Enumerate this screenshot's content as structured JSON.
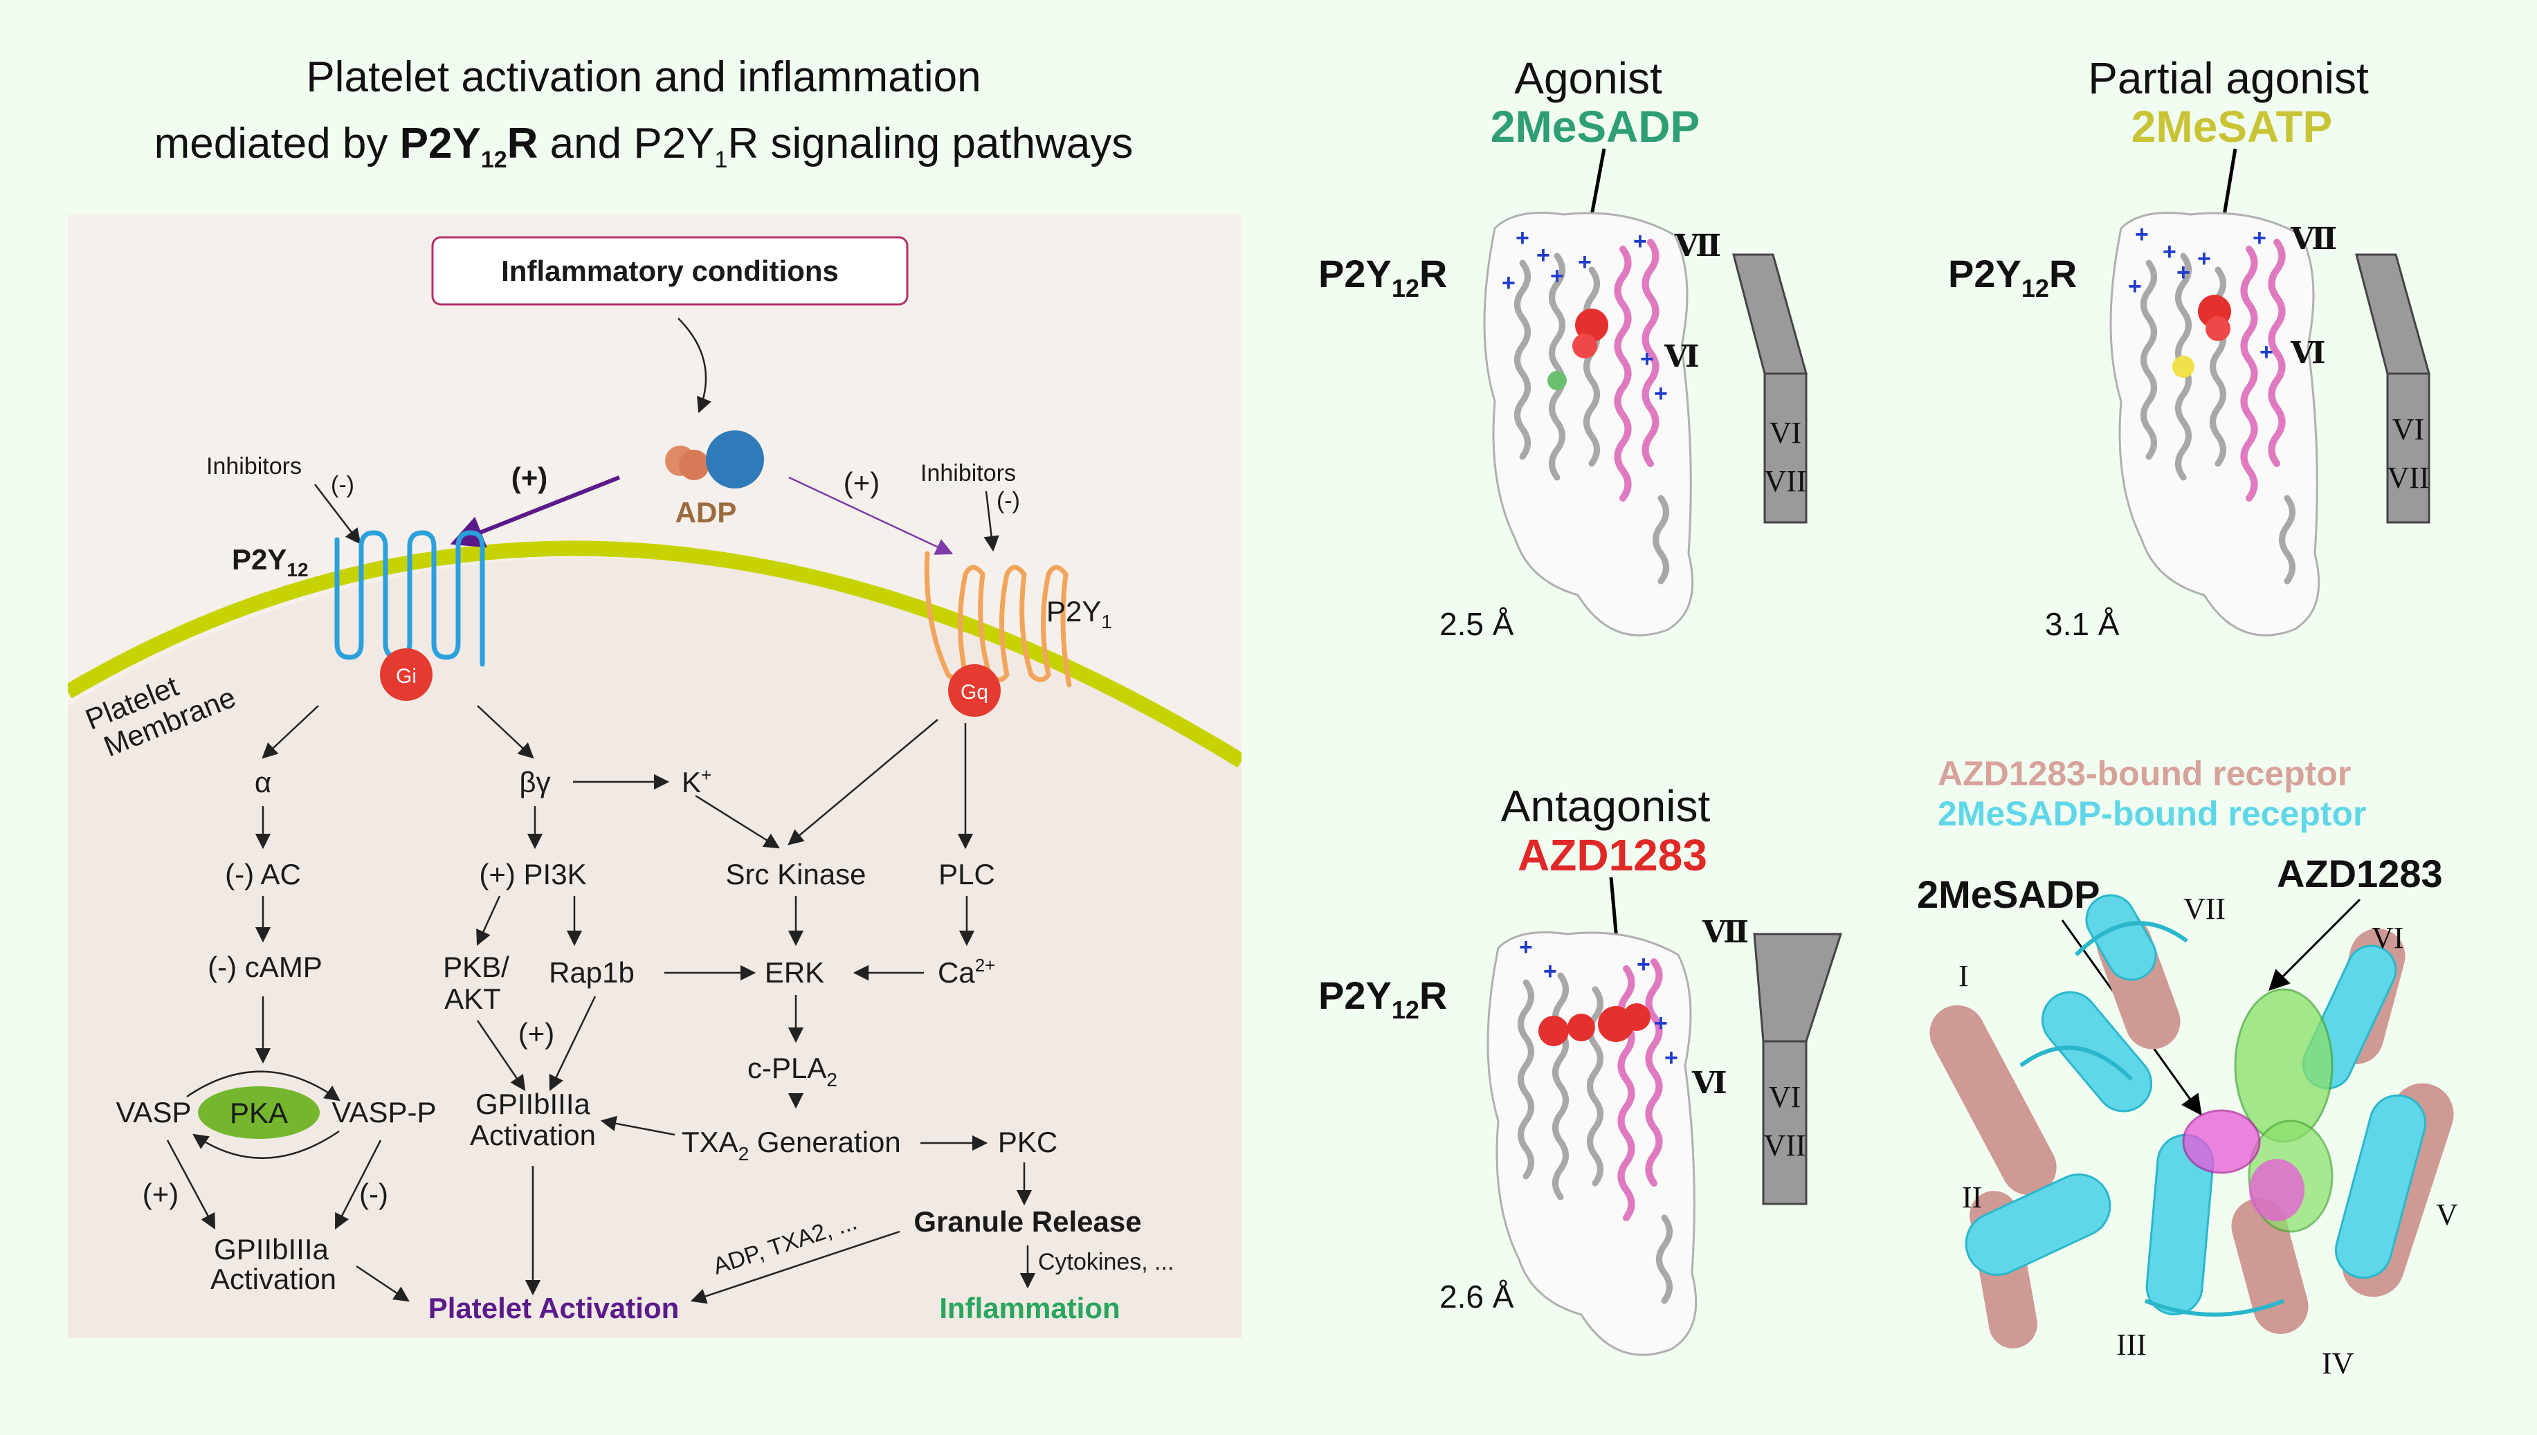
{
  "title": {
    "line1": "Platelet activation and inflammation",
    "line2_prefix": "mediated by ",
    "line2_bold_main": "P2Y",
    "line2_bold_sub": "12",
    "line2_bold_end": "R",
    "line2_mid": " and P2Y",
    "line2_mid_sub": "1",
    "line2_end": "R signaling pathways"
  },
  "pathway": {
    "inflammatory_conditions": "Inflammatory conditions",
    "adp": "ADP",
    "plus_left": "(+)",
    "plus_right": "(+)",
    "inhibitors_left": "Inhibitors",
    "inhibitors_left_sign": "(-)",
    "inhibitors_right": "Inhibitors",
    "inhibitors_right_sign": "(-)",
    "p2y12_main": "P2Y",
    "p2y12_sub": "12",
    "p2y1_main": "P2Y",
    "p2y1_sub": "1",
    "gi": "Gi",
    "gq": "Gq",
    "membrane_line1": "Platelet",
    "membrane_line2": "Membrane",
    "alpha": "α",
    "beta_gamma": "βγ",
    "k_plus_main": "K",
    "k_plus_sup": "+",
    "ac": "(-) AC",
    "pi3k": "(+) PI3K",
    "src_kinase": "Src Kinase",
    "plc": "PLC",
    "camp": "(-) cAMP",
    "pkb_line1": "PKB/",
    "pkb_line2": "AKT",
    "rap1b": "Rap1b",
    "erk": "ERK",
    "ca_main": "Ca",
    "ca_sup": "2+",
    "cpla2_main": "c-PLA",
    "cpla2_sub": "2",
    "plus_pkb": "(+)",
    "vasp": "VASP",
    "pka": "PKA",
    "vasp_p": "VASP-P",
    "gp_mid_line1": "GPIIbIIIa",
    "gp_mid_line2": "Activation",
    "txa2_main": "TXA",
    "txa2_sub": "2",
    "txa2_end": " Generation",
    "pkc": "PKC",
    "plus_vasp": "(+)",
    "minus_vasp": "(-)",
    "granule_release": "Granule Release",
    "gp_left_line1": "GPIIbIIIa",
    "gp_left_line2": "Activation",
    "adp_txa2": "ADP, TXA2, ...",
    "cytokines": "Cytokines, ...",
    "platelet_activation": "Platelet Activation",
    "inflammation": "Inflammation"
  },
  "structures": {
    "agonist_title": "Agonist",
    "agonist_ligand": "2MeSADP",
    "partial_title": "Partial agonist",
    "partial_ligand": "2MeSATP",
    "antagonist_title": "Antagonist",
    "antagonist_ligand": "AZD1283",
    "receptor_main": "P2Y",
    "receptor_sub": "12",
    "receptor_end": "R",
    "res_1": "2.5 Å",
    "res_2": "3.1 Å",
    "res_3": "2.6 Å",
    "helix_vi": "VI",
    "helix_vii": "VII",
    "helix_vi_small": "Ⅵ",
    "helix_vii_small": "Ⅶ",
    "legend_1": "AZD1283-bound receptor",
    "legend_2": "2MeSADP-bound receptor",
    "overlay_ligand_1": "2MeSADP",
    "overlay_ligand_2": "AZD1283",
    "tm": [
      "I",
      "II",
      "III",
      "IV",
      "V",
      "VI",
      "VII"
    ]
  },
  "colors": {
    "background": "#f1fdf0",
    "panel": "#f6f0ec",
    "membrane": "#c7d300",
    "p2y12": "#2aa0dc",
    "p2y1": "#f1a55a",
    "g_protein": "#e53a2f",
    "pka": "#74b72e",
    "adp_text": "#9b6b3e",
    "inflammatory_border": "#b5306a",
    "purple": "#5a1a8a",
    "inflammation_green": "#27a65c",
    "agonist_green": "#2e9e73",
    "partial_yellow": "#c9c436",
    "antagonist_red": "#e02828",
    "legend_pink": "#d7a29a",
    "legend_cyan": "#5fd7e8"
  }
}
